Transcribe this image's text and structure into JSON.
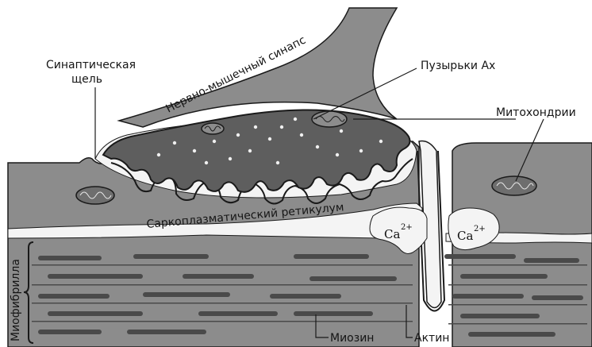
{
  "labels": {
    "synaptic_cleft_line1": "Синаптическая",
    "synaptic_cleft_line2": "щель",
    "neuromuscular_synapse": "Нервно-мышечный синапс",
    "ach_vesicles": "Пузырьки Ах",
    "mitochondria": "Митохондрии",
    "sarcoplasmic_reticulum": "Саркоплазматический ретикулум",
    "calcium_left": "Ca",
    "calcium_left_charge": "2+",
    "calcium_right": "Ca",
    "calcium_right_charge": "2+",
    "myofibril": "Миофибрилла",
    "myosin": "Миозин",
    "actin": "Актин"
  },
  "colors": {
    "tissue": "#8c8c8c",
    "terminal": "#5e5e5e",
    "reticulum": "#f4f4f4",
    "filament": "#4a4a4a",
    "outline": "#1a1a1a"
  }
}
